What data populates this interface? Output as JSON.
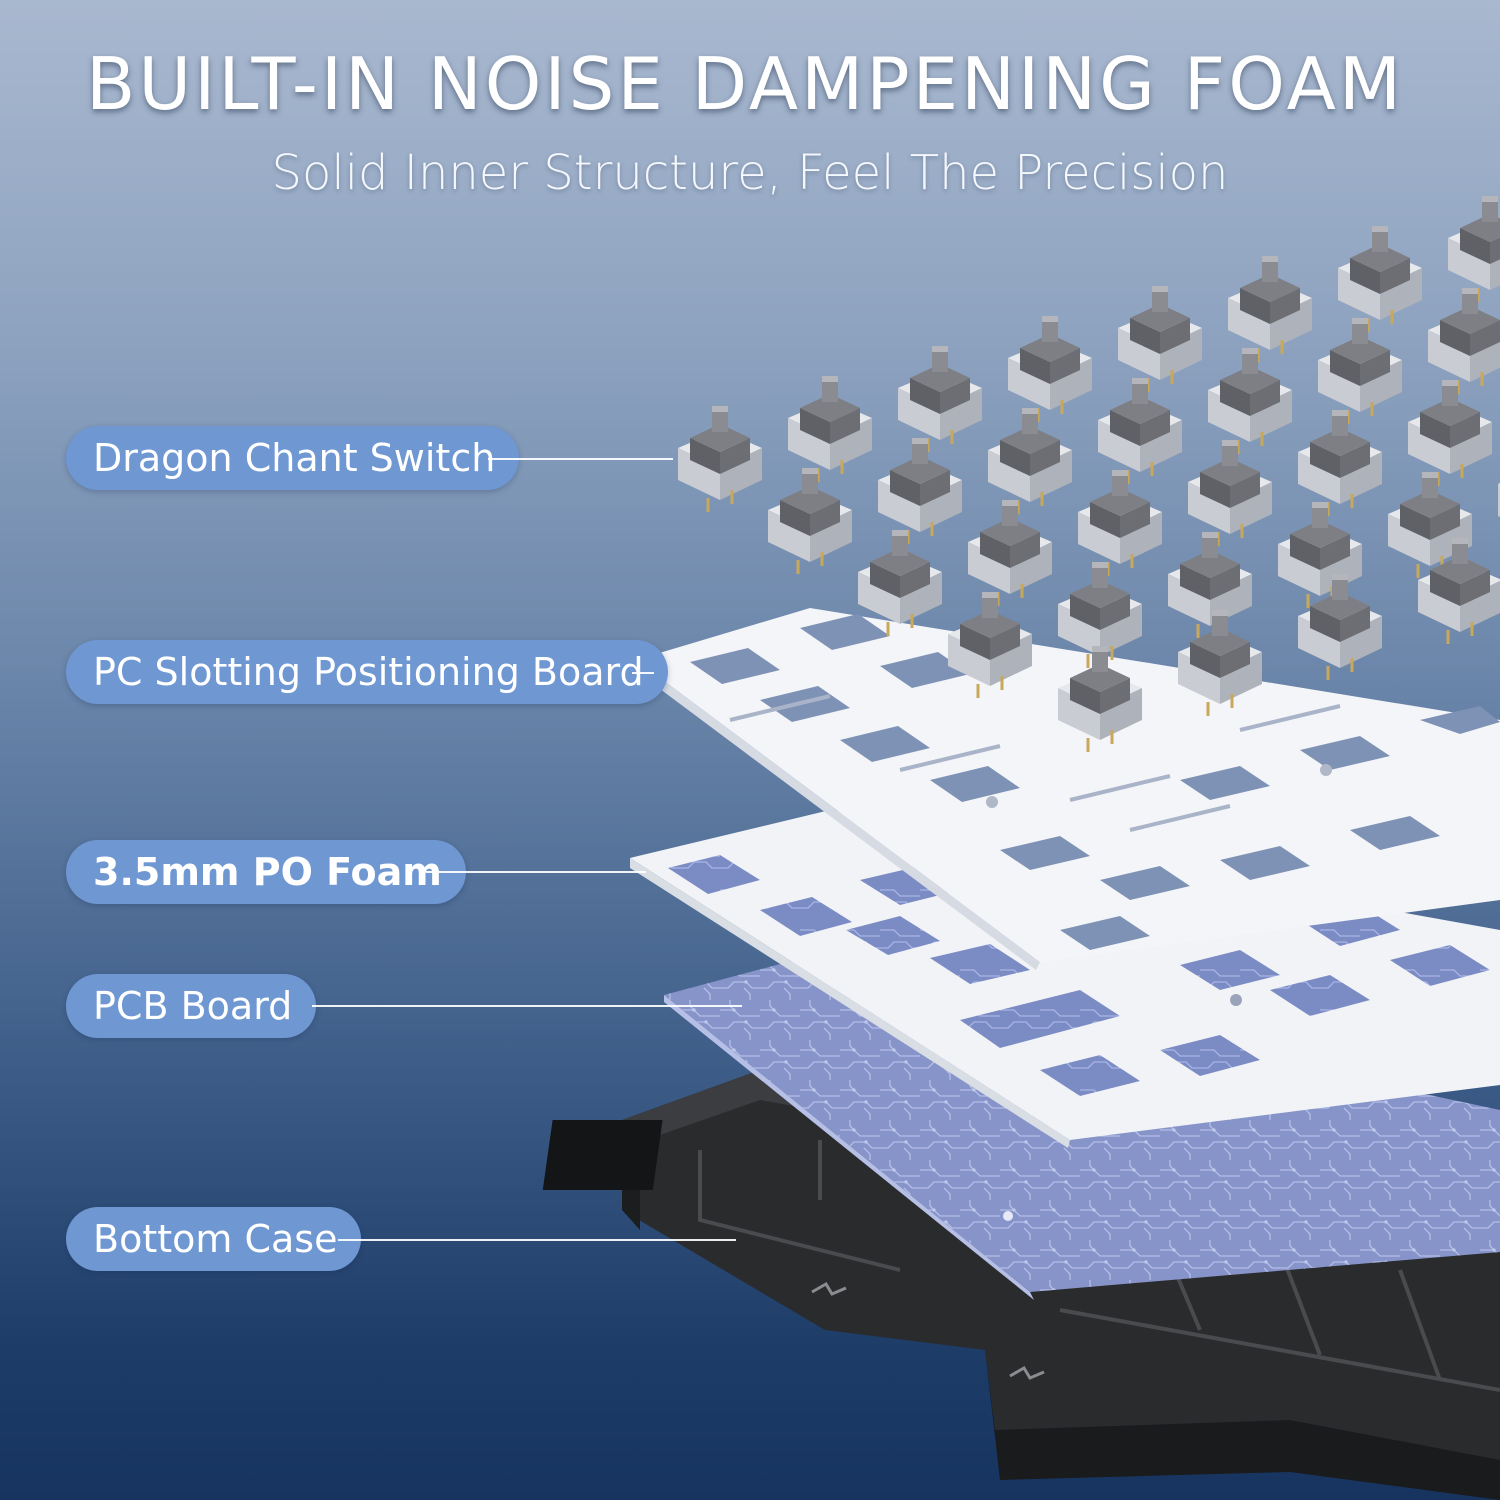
{
  "header": {
    "title": "BUILT-IN NOISE DAMPENING FOAM",
    "subtitle": "Solid Inner Structure, Feel The Precision"
  },
  "labels": {
    "switch": "Dragon Chant Switch",
    "plate": "PC Slotting Positioning Board",
    "foam": "3.5mm PO Foam",
    "pcb": "PCB Board",
    "case": "Bottom Case"
  },
  "colors": {
    "label_bg": "#6f97d2",
    "case": "#2b2c2e",
    "pcb": "#8896c8",
    "plate": "#f2f4f7",
    "switch_housing": "#7d7f84"
  }
}
